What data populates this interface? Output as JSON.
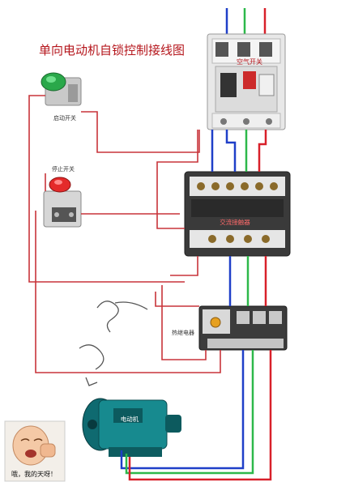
{
  "title": "单向电动机自锁控制接线图",
  "labels": {
    "breaker": "空气开关",
    "start_button": "启动开关",
    "stop_button": "停止开关",
    "contactor": "交流接触器",
    "thermal_relay": "热继电器",
    "motor": "电动机"
  },
  "sticker": {
    "caption": "哦，我的天呀！"
  },
  "colors": {
    "red_wire": "#d8202a",
    "blue_wire": "#1f3fc8",
    "green_wire": "#2db84a",
    "control_wire": "#c8343a",
    "title": "#b5161c"
  }
}
